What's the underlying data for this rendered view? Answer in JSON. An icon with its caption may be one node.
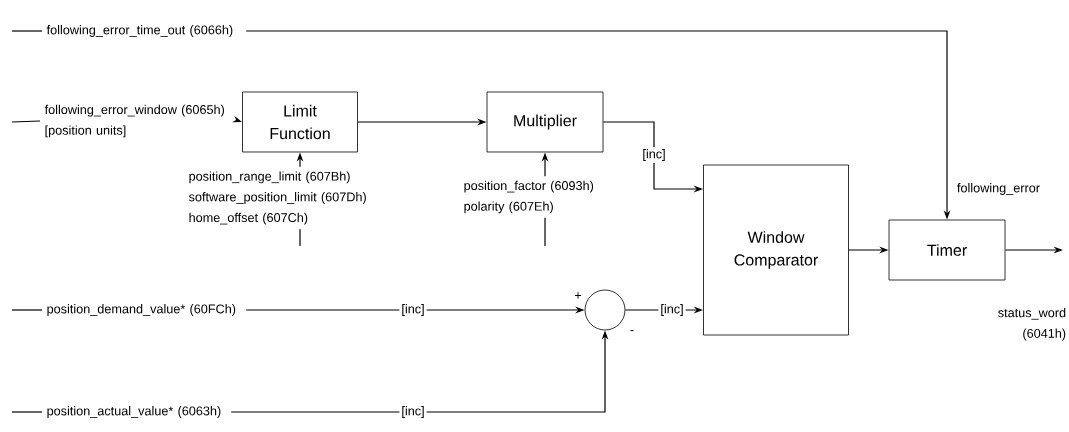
{
  "diagram": {
    "nodes": [
      {
        "text": [
          "following_error_time_out (6066h)"
        ]
      },
      {
        "text": [
          "following_error_window (6065h)",
          "[position units]"
        ]
      },
      {
        "text": [
          "Limit Function"
        ]
      },
      {
        "text": [
          "Multiplier"
        ]
      },
      {
        "text": [
          "position_range_limit (607Bh) software_position_limit (607Dh) home_offset (607Ch)"
        ]
      },
      {
        "text": [
          "position_factor (6093h) polarity (607Eh)"
        ]
      },
      {
        "text": [
          "position_demand_value* (60FCh)"
        ]
      },
      {
        "text": [
          "position_actual_value* (6063h)"
        ]
      },
      {
        "text": [],
        "shape": "circle"
      },
      {
        "text": [
          "Window Comparator"
        ]
      },
      {
        "text": [
          "Timer"
        ]
      }
    ],
    "edges": [
      {
        "from": null,
        "to": 0,
        "arrow": "none"
      },
      {
        "from": 0,
        "to": 10,
        "arrow": "to"
      },
      {
        "from": null,
        "to": 1,
        "arrow": "none"
      },
      {
        "from": 1,
        "to": 2,
        "arrow": "to"
      },
      {
        "from": 2,
        "to": 3,
        "arrow": "to"
      },
      {
        "from": null,
        "to": 4,
        "arrow": "none"
      },
      {
        "from": 4,
        "to": 2,
        "arrow": "to"
      },
      {
        "from": null,
        "to": 5,
        "arrow": "none"
      },
      {
        "from": 5,
        "to": 3,
        "arrow": "to"
      },
      {
        "from": 3,
        "to": 9,
        "arrow": "to",
        "label": "[inc]"
      },
      {
        "from": null,
        "to": 6,
        "arrow": "none"
      },
      {
        "from": 6,
        "to": 8,
        "arrow": "to",
        "label": "[inc]"
      },
      {
        "from": null,
        "to": 7,
        "arrow": "none"
      },
      {
        "from": 7,
        "to": 8,
        "arrow": "to",
        "label": "[inc]"
      },
      {
        "from": 8,
        "to": 9,
        "arrow": "to",
        "label": "[inc]"
      },
      {
        "from": 9,
        "to": 10,
        "arrow": "to"
      },
      {
        "from": 10,
        "to": null,
        "arrow": "to"
      }
    ],
    "labels": [
      "+",
      "-",
      "following_error",
      "status_word (6041h)"
    ]
  }
}
